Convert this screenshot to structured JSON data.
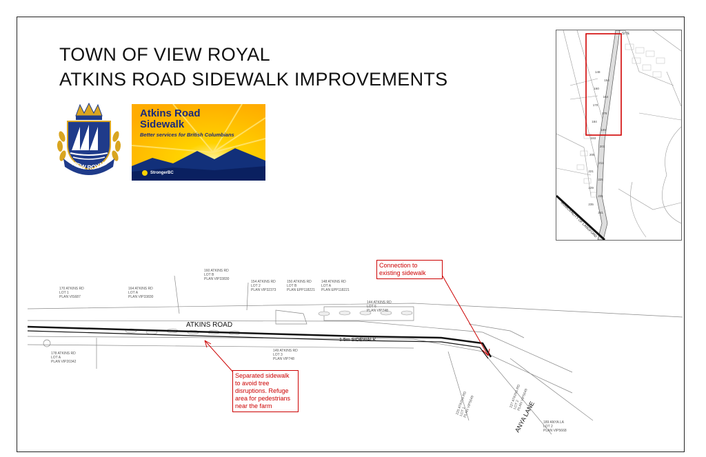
{
  "title": {
    "line1": "TOWN OF VIEW ROYAL",
    "line2": "ATKINS ROAD SIDEWALK IMPROVEMENTS"
  },
  "crest": {
    "text": "VIEW ROYAL",
    "colors": {
      "navy": "#1f3b8a",
      "gold": "#d9a520",
      "white": "#ffffff"
    }
  },
  "banner": {
    "title_line1": "Atkins Road",
    "title_line2": "Sidewalk",
    "tagline": "Better services for British Columbians",
    "brand": "StrongerBC",
    "colors": {
      "sun": "#ffd200",
      "sky": "#ffb300",
      "mountain": "#12307a",
      "text": "#1a2a7a"
    }
  },
  "key_map": {
    "site_label": "SITE",
    "municipality_label": "MUNICIPALITY OF LANGFORD",
    "lot_numbers": [
      "148",
      "154",
      "160",
      "164",
      "170",
      "178",
      "184",
      "189",
      "193",
      "201",
      "205",
      "211",
      "221",
      "225",
      "229",
      "231",
      "235",
      "241"
    ],
    "highlight_color": "#d00000"
  },
  "plan": {
    "road_name": "ATKINS ROAD",
    "sidewalk_label": "1.5m SIDEWALK",
    "lane_name": "ANYA LANE",
    "parcels": [
      {
        "line1": "160 ATKINS RD",
        "line2": "LOT B",
        "line3": "PLAN VIP33830"
      },
      {
        "line1": "170 ATKINS RD",
        "line2": "LOT 1",
        "line3": "PLAN VIS687"
      },
      {
        "line1": "164 ATKINS RD",
        "line2": "LOT A",
        "line3": "PLAN VIP33830"
      },
      {
        "line1": "154 ATKINS RD",
        "line2": "LOT 2",
        "line3": "PLAN VIP32373"
      },
      {
        "line1": "150 ATKINS RD",
        "line2": "LOT B",
        "line3": "PLAN EPP118221"
      },
      {
        "line1": "148 ATKINS RD",
        "line2": "LOT A",
        "line3": "PLAN EPP118221"
      },
      {
        "line1": "144 ATKINS RD",
        "line2": "LOT 6",
        "line3": "PLAN VIP748"
      },
      {
        "line1": "178 ATKINS RD",
        "line2": "LOT A",
        "line3": "PLAN VIP20342"
      },
      {
        "line1": "149 ATKINS RD",
        "line2": "LOT 3",
        "line3": "PLAN VIP748"
      },
      {
        "line1": "189 ANYA LA",
        "line2": "LOT 2",
        "line3": "PLAN VIP5668"
      }
    ],
    "rotated_parcels": [
      {
        "line1": "225 ATKINS RD",
        "line2": "LOT 1",
        "line3": "PLAN VIP5649"
      },
      {
        "line1": "227 ATKINS RD",
        "line2": "LOT 2",
        "line3": "PLAN VIP5649"
      }
    ],
    "callouts": {
      "connection": "Connection to existing sidewalk",
      "separated": "Separated sidewalk to avoid tree disruptions. Refuge area for pedestrians near the farm"
    },
    "colors": {
      "sidewalk": "#111111",
      "callout": "#cc0000",
      "linework": "#888888"
    }
  }
}
